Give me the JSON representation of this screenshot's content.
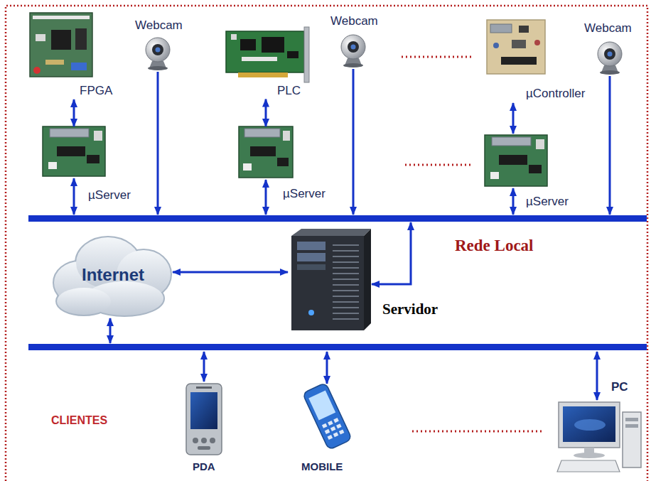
{
  "diagram": {
    "nodes": [
      {
        "text": [
          "FPGA"
        ]
      },
      {
        "text": [
          "Webcam"
        ]
      },
      {
        "text": [
          "PLC"
        ]
      },
      {
        "text": [
          "Webcam"
        ]
      },
      {
        "text": [
          "µController"
        ]
      },
      {
        "text": [
          "Webcam"
        ]
      },
      {
        "text": [
          "µServer"
        ]
      },
      {
        "text": [
          "µServer"
        ]
      },
      {
        "text": [
          "µServer"
        ]
      },
      {
        "text": [
          "Internet"
        ]
      },
      {
        "text": [
          "Servidor"
        ]
      },
      {
        "text": [
          "PDA"
        ]
      },
      {
        "text": [
          "MOBILE"
        ]
      },
      {
        "text": [
          "PC"
        ]
      }
    ],
    "edges": [
      {
        "from": 0,
        "to": 6,
        "arrow": "both"
      },
      {
        "from": 2,
        "to": 7,
        "arrow": "both"
      },
      {
        "from": 4,
        "to": 8,
        "arrow": "both"
      },
      {
        "from": 9,
        "to": 10,
        "arrow": "both"
      }
    ],
    "labels": [
      "Rede Local",
      "CLIENTES"
    ]
  }
}
